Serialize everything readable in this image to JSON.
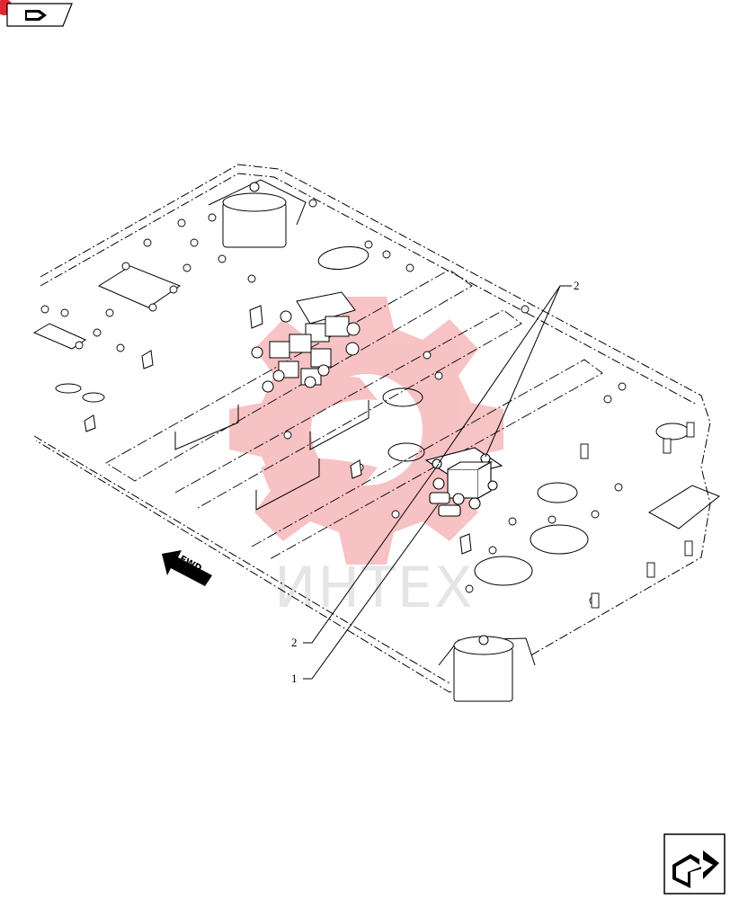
{
  "callouts": [
    {
      "label": "2"
    },
    {
      "label": "2"
    },
    {
      "label": "1"
    }
  ],
  "direction_label": "FWD",
  "watermark_text": "ИНТЕХ",
  "colors": {
    "line": "#000000",
    "watermark_red": "#e8434a",
    "badge_red": "#e0262e"
  },
  "icons": {
    "top_left": "book-return-icon",
    "bottom_right": "next-page-arrow-icon"
  }
}
